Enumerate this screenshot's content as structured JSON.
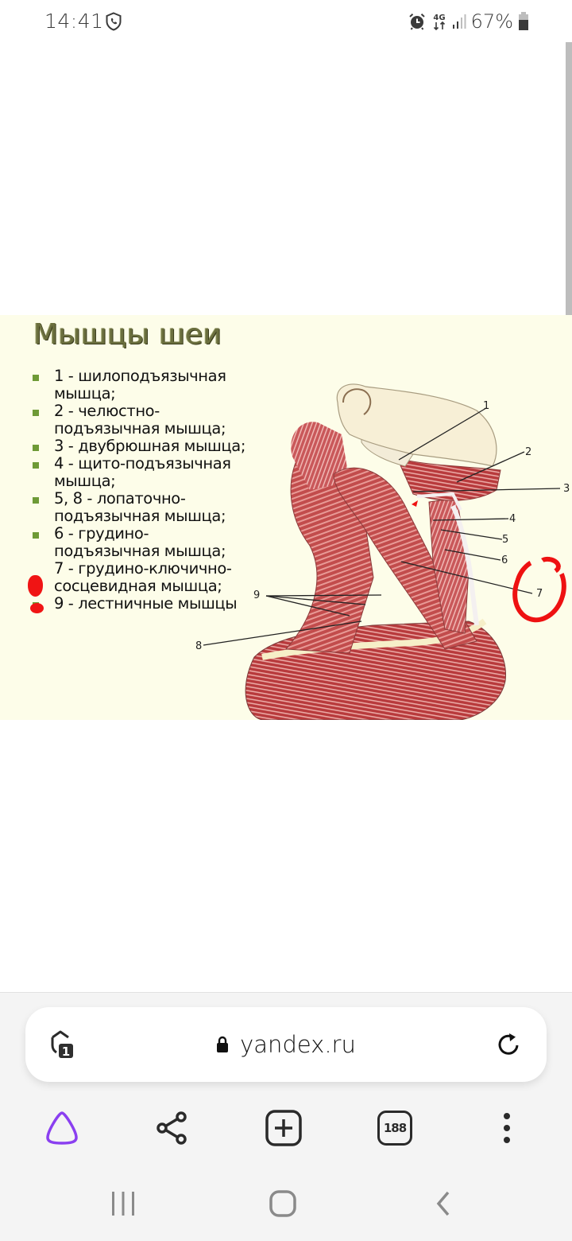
{
  "status_bar": {
    "time": "14:41",
    "battery_percent": "67%",
    "network": "4G",
    "icons": [
      "shield-call-icon",
      "alarm-icon",
      "4g-data-icon",
      "signal-icon",
      "battery-icon"
    ]
  },
  "page": {
    "figure": {
      "title": "Мышцы шеи",
      "legend": [
        {
          "text": "1 - шилоподъязычная мышца;",
          "marked": false
        },
        {
          "text": "2 - челюстно-подъязычная мышца;",
          "marked": false
        },
        {
          "text": "3 - двубрюшная мышца;",
          "marked": false
        },
        {
          "text": "4 - щито-подъязычная мышца;",
          "marked": false
        },
        {
          "text": "5, 8 - лопаточно-подъязычная мышца;",
          "marked": false
        },
        {
          "text": "6 - грудино-подъязычная мышца;",
          "marked": false
        },
        {
          "text": "7 - грудино-ключично-сосцевидная мышца;",
          "marked": true
        },
        {
          "text": "9 - лестничные мышцы",
          "marked": false
        }
      ],
      "diagram_labels": [
        "1",
        "2",
        "3",
        "4",
        "5",
        "6",
        "7",
        "8",
        "9"
      ],
      "annotation": {
        "circled_label": "7",
        "color": "#ee1111"
      },
      "colors": {
        "background": "#fdfde9",
        "title": "#6b6f3e",
        "bullet": "#6e9a36",
        "muscle": "#c0484a"
      }
    }
  },
  "browser": {
    "omnibox": {
      "tracker_count": "1",
      "url": "yandex.ru",
      "icons": [
        "protect-shield-icon",
        "lock-icon",
        "reload-icon"
      ]
    },
    "toolbar": {
      "alice_color": "#8a3ff0",
      "tabs_count": "188",
      "buttons": [
        "alice-assistant",
        "share",
        "new-tab",
        "tabs",
        "menu"
      ]
    }
  },
  "system_nav": {
    "buttons": [
      "recent-apps",
      "home",
      "back"
    ]
  }
}
